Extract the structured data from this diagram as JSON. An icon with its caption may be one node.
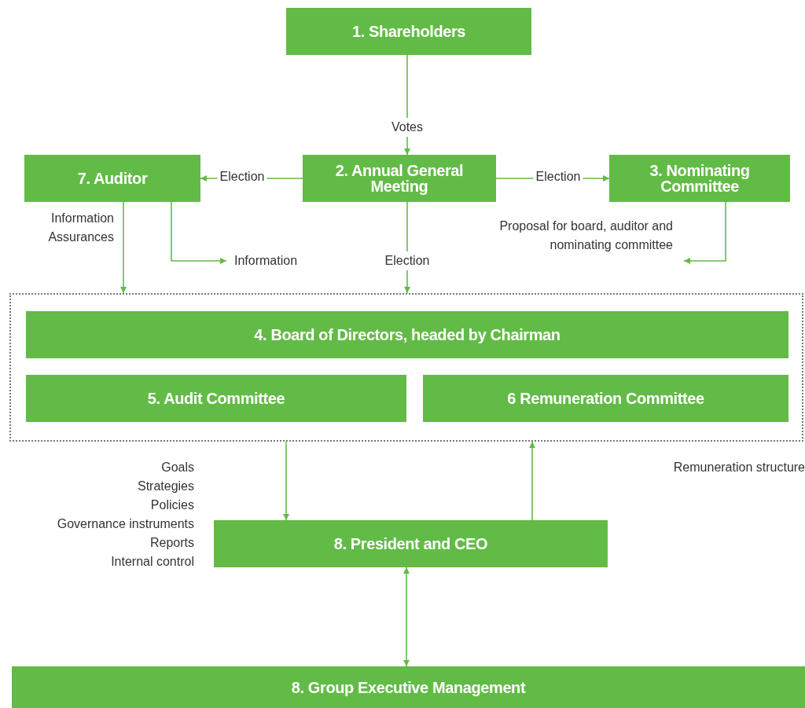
{
  "diagram": {
    "nodes": [
      {
        "text": [
          "1. Shareholders"
        ]
      },
      {
        "text": [
          "7. Auditor"
        ]
      },
      {
        "text": [
          "2. Annual General Meeting"
        ]
      },
      {
        "text": [
          "3. Nominating Committee"
        ]
      },
      {
        "text": [],
        "shape": "box"
      },
      {
        "text": [
          "4. Board of Directors, headed by Chairman"
        ],
        "in": 4
      },
      {
        "text": [
          "5. Audit Committee"
        ],
        "in": 4
      },
      {
        "text": [
          "6 Remuneration Committee"
        ],
        "in": 4
      },
      {
        "text": [
          "8. President and CEO"
        ]
      },
      {
        "text": [
          "8. Group Executive Management"
        ]
      }
    ],
    "edges": [
      {
        "from": 0,
        "to": 2,
        "arrow": "to",
        "label": "Votes"
      },
      {
        "from": 2,
        "to": 1,
        "arrow": "to",
        "label": "Election"
      },
      {
        "from": 2,
        "to": 3,
        "arrow": "to",
        "label": "Election"
      },
      {
        "from": 2,
        "to": 4,
        "arrow": "to",
        "label": "Election"
      },
      {
        "from": 1,
        "to": 4,
        "arrow": "to",
        "label": "Information Assurances"
      },
      {
        "from": 1,
        "to": null,
        "arrow": "to",
        "label": "Information"
      },
      {
        "from": 3,
        "to": null,
        "arrow": "to",
        "label": "Proposal for board, auditor and nominating committee"
      },
      {
        "from": 4,
        "to": 8,
        "arrow": "to"
      },
      {
        "from": 8,
        "to": 4,
        "arrow": "to"
      },
      {
        "from": 8,
        "to": 9,
        "arrow": "both"
      }
    ],
    "labels": [
      "Goals",
      "Strategies",
      "Policies",
      "Governance instruments",
      "Reports",
      "Internal control",
      "Remuneration structure"
    ]
  }
}
